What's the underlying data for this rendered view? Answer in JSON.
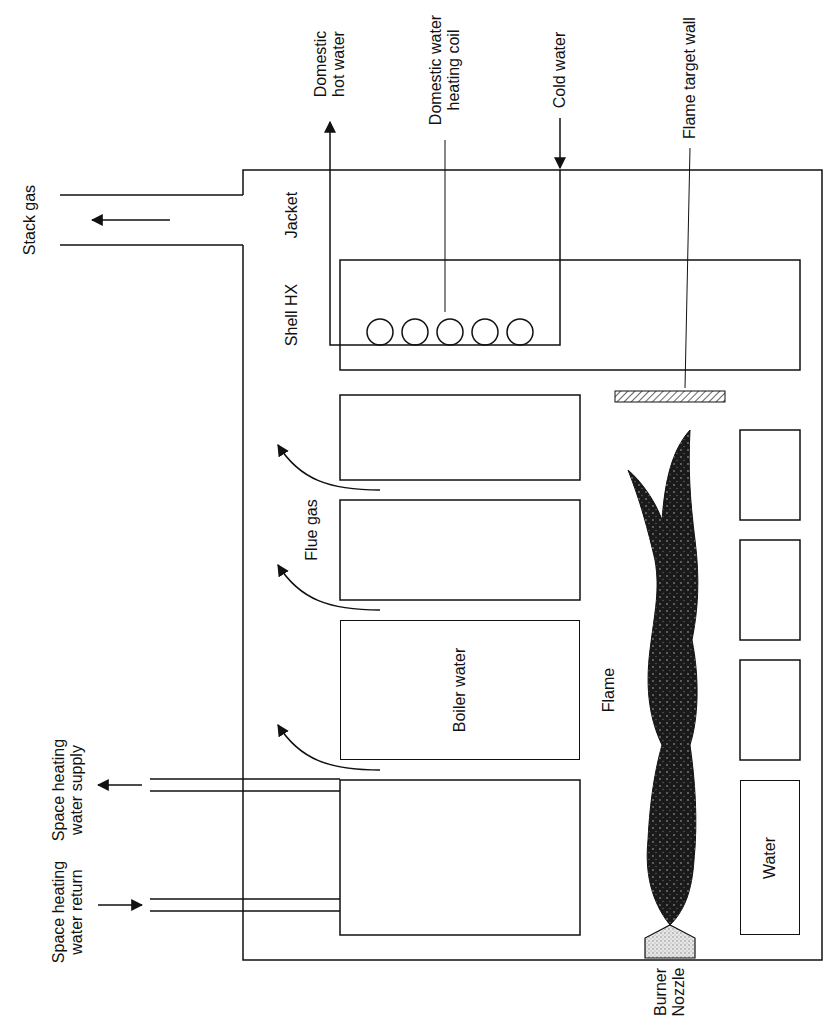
{
  "diagram": {
    "nodes": [
      {
        "text": [
          "Boiler water"
        ]
      },
      {
        "text": [
          "Water"
        ]
      }
    ],
    "labels": [
      "Stack gas",
      "Jacket",
      "Domestic hot water",
      "Domestic water heating coil",
      "Cold water",
      "Flame target wall",
      "Shell HX",
      "Flue gas",
      "Flame",
      "Space heating water supply",
      "Space heating water return",
      "Burner Nozzle"
    ]
  }
}
